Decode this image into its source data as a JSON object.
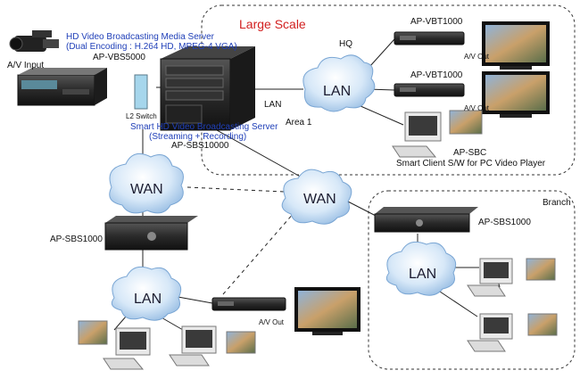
{
  "colors": {
    "accent_red": "#d22020",
    "server_blue_text": "#1f3fb8",
    "cloud_fill": "#b8d6f2",
    "device_dark": "#2b2b2b"
  },
  "regions": {
    "large_scale": "Large Scale",
    "hq": "HQ",
    "branch": "Branch",
    "area1": "Area 1"
  },
  "clouds": {
    "lan_hq": "LAN",
    "wan_left": "WAN",
    "wan_mid": "WAN",
    "lan_bottom": "LAN",
    "lan_branch": "LAN"
  },
  "media_server": {
    "title": "HD Video Broadcasting Media Server",
    "subtitle": "(Dual Encoding : H.264 HD, MPEG-4 VGA)",
    "model": "AP-VBS5000",
    "input": "A/V Input"
  },
  "switch_label": "L2 Switch",
  "smart_server": {
    "title": "Smart HD Video Broadcasting Server",
    "subtitle": "(Streaming + Recording)",
    "model": "AP-SBS10000"
  },
  "lan_link": "LAN",
  "vbt_top": {
    "model": "AP-VBT1000",
    "out": "A/V Out"
  },
  "vbt_mid": {
    "model": "AP-VBT1000",
    "out": "A/V Out"
  },
  "sbc": {
    "model": "AP-SBC",
    "desc": "Smart Client S/W for PC Video Player"
  },
  "sbs_left": {
    "model": "AP-SBS1000"
  },
  "sbs_branch": {
    "model": "AP-SBS1000"
  },
  "bottom_out": "A/V Out"
}
